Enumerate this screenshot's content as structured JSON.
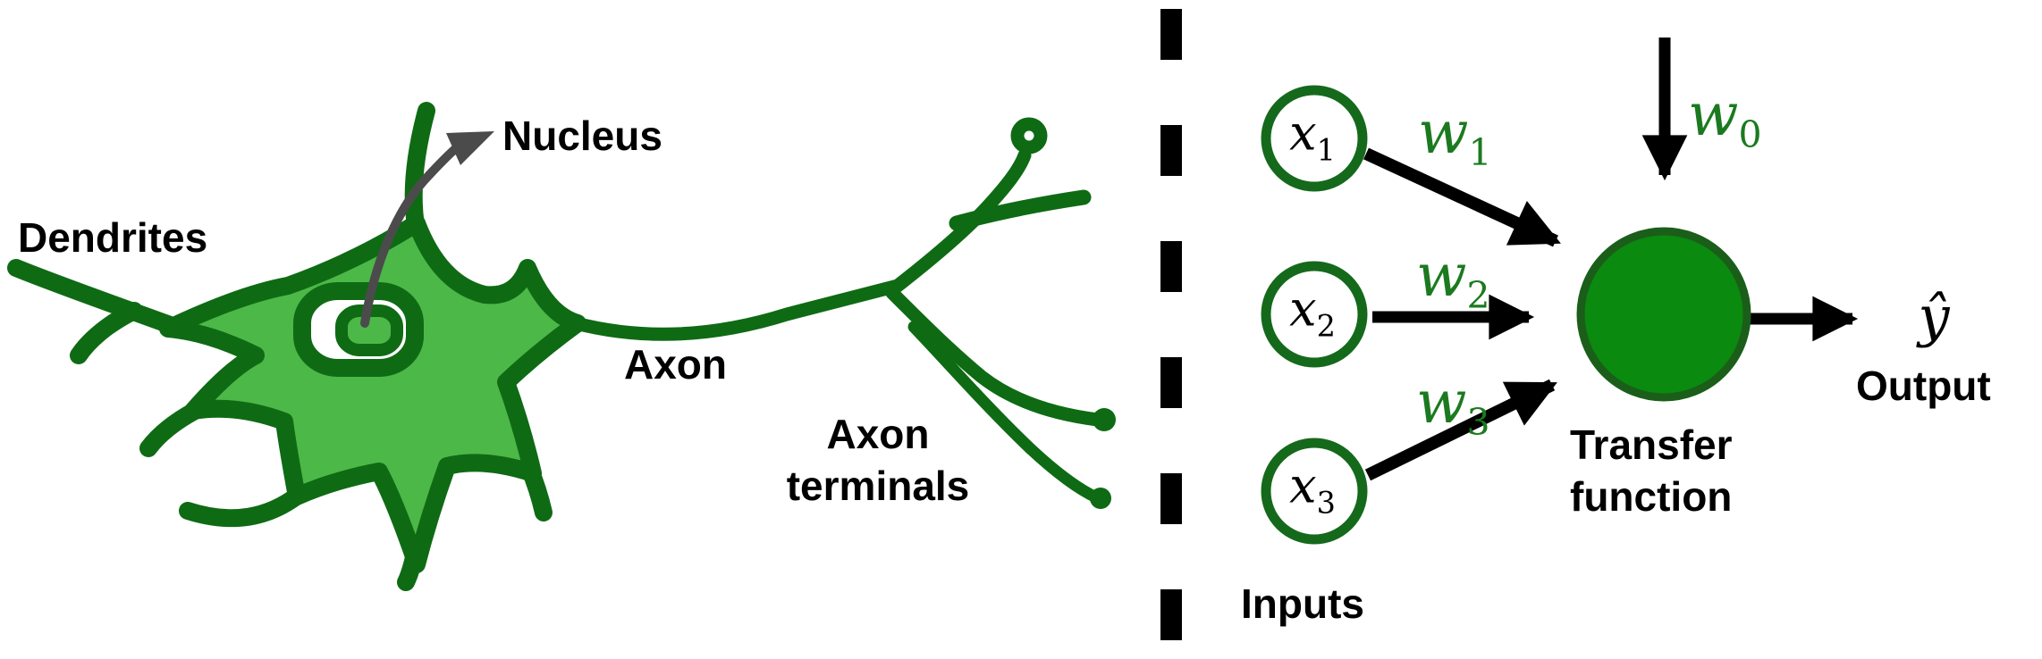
{
  "figure": {
    "description_left": "hand-drawn biological neuron",
    "description_right": "artificial neuron (perceptron) diagram"
  },
  "colors": {
    "dark_green_outline": "#0e6b14",
    "light_green_fill": "#4cb848",
    "node_fill_green": "#0a8a0e",
    "node_rim_green": "#1a5e1a",
    "weight_label_green": "#1b7a1f",
    "pointer_gray": "#4b4b4b",
    "ink_black": "#000000",
    "background": "#ffffff"
  },
  "left_panel": {
    "labels": {
      "dendrites": "Dendrites",
      "nucleus": "Nucleus",
      "axon": "Axon",
      "axon_terminals": "Axon\nterminals"
    }
  },
  "right_panel": {
    "inputs": {
      "label": "Inputs",
      "items": [
        {
          "base": "x",
          "sub": "1"
        },
        {
          "base": "x",
          "sub": "2"
        },
        {
          "base": "x",
          "sub": "3"
        }
      ]
    },
    "weights": {
      "bias": {
        "base": "w",
        "sub": "0"
      },
      "items": [
        {
          "base": "w",
          "sub": "1"
        },
        {
          "base": "w",
          "sub": "2"
        },
        {
          "base": "w",
          "sub": "3"
        }
      ]
    },
    "node": {
      "label": "Transfer\nfunction"
    },
    "output": {
      "symbol": "ŷ",
      "label": "Output"
    }
  }
}
